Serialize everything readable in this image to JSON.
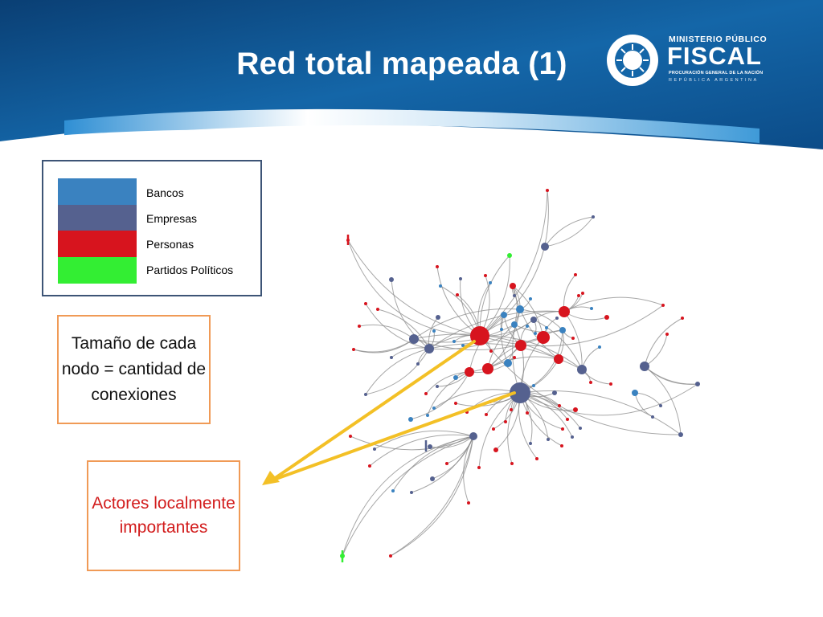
{
  "slide": {
    "title": "Red total mapeada (1)"
  },
  "logo": {
    "line1": "MINISTERIO PÚBLICO",
    "line2": "FISCAL",
    "line3": "PROCURACIÓN GENERAL DE LA NACIÓN",
    "line4": "REPÚBLICA ARGENTINA"
  },
  "legend": {
    "items": [
      {
        "label": "Bancos",
        "color": "#3a82c0"
      },
      {
        "label": "Empresas",
        "color": "#55618f"
      },
      {
        "label": "Personas",
        "color": "#d7141e"
      },
      {
        "label": "Partidos Políticos",
        "color": "#33ee33"
      }
    ]
  },
  "notes": {
    "node_size": "Tamaño de cada nodo = cantidad de conexiones",
    "actors": "Actores localmente importantes"
  },
  "colors": {
    "header_dark": "#0c4c86",
    "header_light": "#1b6fb3",
    "edge": "#8a8a8a",
    "arrow": "#f3c026",
    "box_border": "#f09a56"
  }
}
